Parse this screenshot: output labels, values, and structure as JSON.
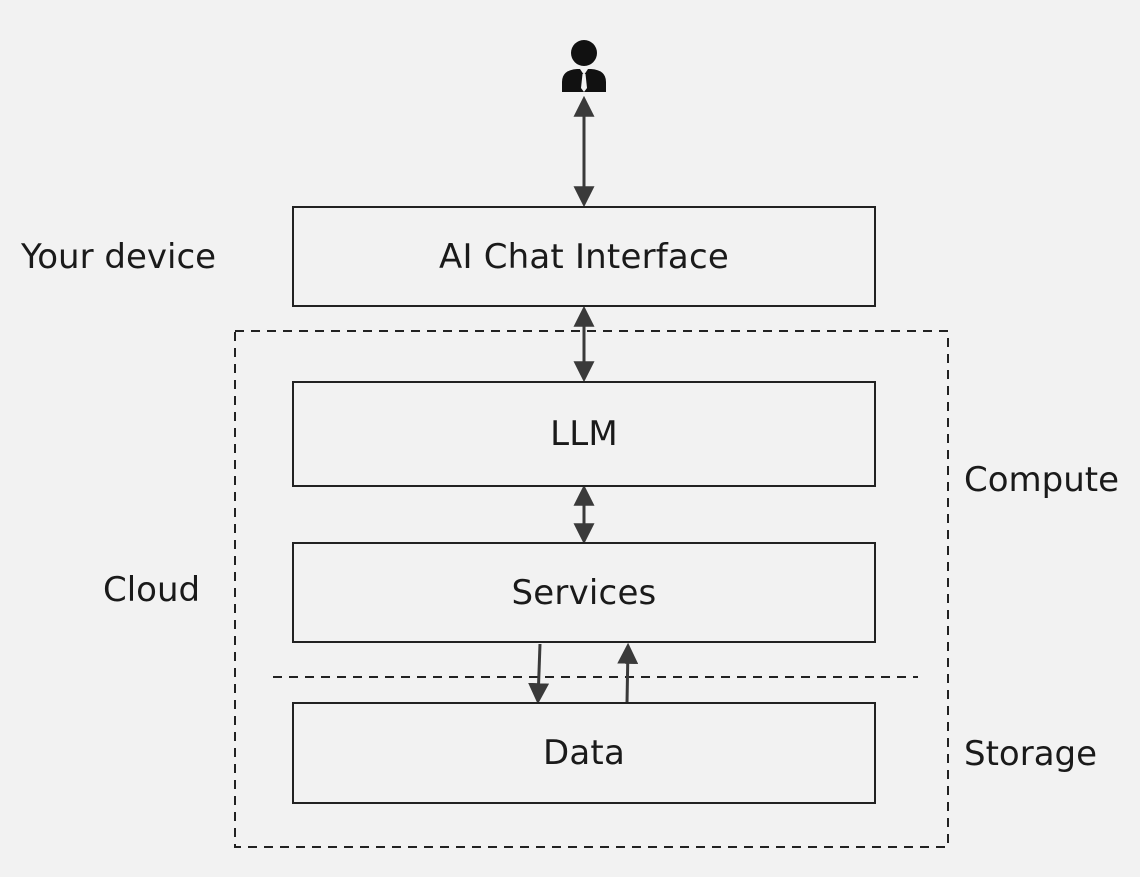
{
  "boxes": {
    "ai_chat_interface": "AI Chat Interface",
    "llm": "LLM",
    "services": "Services",
    "data": "Data"
  },
  "labels": {
    "your_device": "Your device",
    "cloud": "Cloud",
    "compute": "Compute",
    "storage": "Storage"
  },
  "icons": {
    "user": "user-icon"
  },
  "colors": {
    "background": "#f2f2f2",
    "stroke": "#222222",
    "arrow": "#3a3a3a"
  }
}
